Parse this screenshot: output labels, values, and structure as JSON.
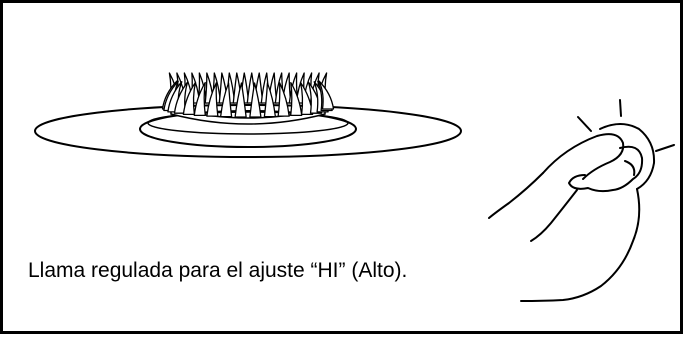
{
  "caption": "Llama regulada para el ajuste “HI” (Alto).",
  "colors": {
    "ink": "#000000",
    "background": "#ffffff"
  },
  "illustration": {
    "burner": "gas-burner-with-high-flame",
    "knob": "control-knob-turned-by-hand"
  }
}
